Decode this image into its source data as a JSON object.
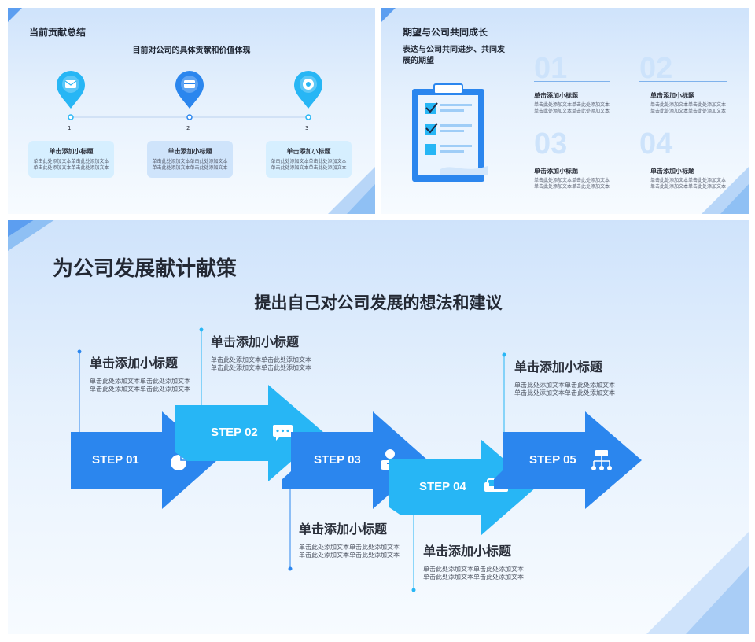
{
  "slide1": {
    "title": "当前贡献总结",
    "subtitle": "目前对公司的具体贡献和价值体现",
    "items": [
      {
        "num": "1",
        "heading": "单击添加小标题",
        "line1": "单击此处添加文本单击此处添加文本",
        "line2": "单击此处添加文本单击此处添加文本"
      },
      {
        "num": "2",
        "heading": "单击添加小标题",
        "line1": "单击此处添加文本单击此处添加文本",
        "line2": "单击此处添加文本单击此处添加文本"
      },
      {
        "num": "3",
        "heading": "单击添加小标题",
        "line1": "单击此处添加文本单击此处添加文本",
        "line2": "单击此处添加文本单击此处添加文本"
      }
    ],
    "icons": [
      "mail-icon",
      "wallet-icon",
      "target-icon"
    ]
  },
  "slide2": {
    "title": "期望与公司共同成长",
    "desc_line1": "表达与公司共同进步、共同发",
    "desc_line2": "展的期望",
    "items": [
      {
        "num": "01",
        "heading": "单击添加小标题",
        "line1": "单击此处添加文本单击此处添加文本",
        "line2": "单击此处添加文本单击此处添加文本"
      },
      {
        "num": "02",
        "heading": "单击添加小标题",
        "line1": "单击此处添加文本单击此处添加文本",
        "line2": "单击此处添加文本单击此处添加文本"
      },
      {
        "num": "03",
        "heading": "单击添加小标题",
        "line1": "单击此处添加文本单击此处添加文本",
        "line2": "单击此处添加文本单击此处添加文本"
      },
      {
        "num": "04",
        "heading": "单击添加小标题",
        "line1": "单击此处添加文本单击此处添加文本",
        "line2": "单击此处添加文本单击此处添加文本"
      }
    ]
  },
  "slide3": {
    "title": "为公司发展献计献策",
    "subtitle": "提出自己对公司发展的想法和建议",
    "steps": [
      {
        "label": "STEP 01",
        "heading": "单击添加小标题",
        "line1": "单击此处添加文本单击此处添加文本",
        "line2": "单击此处添加文本单击此处添加文本",
        "icon": "pie-chart-icon"
      },
      {
        "label": "STEP 02",
        "heading": "单击添加小标题",
        "line1": "单击此处添加文本单击此处添加文本",
        "line2": "单击此处添加文本单击此处添加文本",
        "icon": "chat-icon"
      },
      {
        "label": "STEP 03",
        "heading": "单击添加小标题",
        "line1": "单击此处添加文本单击此处添加文本",
        "line2": "单击此处添加文本单击此处添加文本",
        "icon": "user-icon"
      },
      {
        "label": "STEP 04",
        "heading": "单击添加小标题",
        "line1": "单击此处添加文本单击此处添加文本",
        "line2": "单击此处添加文本单击此处添加文本",
        "icon": "sofa-icon"
      },
      {
        "label": "STEP 05",
        "heading": "单击添加小标题",
        "line1": "单击此处添加文本单击此处添加文本",
        "line2": "单击此处添加文本单击此处添加文本",
        "icon": "org-chart-icon"
      }
    ]
  },
  "colors": {
    "primary": "#2b86ee",
    "light": "#27b6f5",
    "accent": "#5c9ef0"
  }
}
